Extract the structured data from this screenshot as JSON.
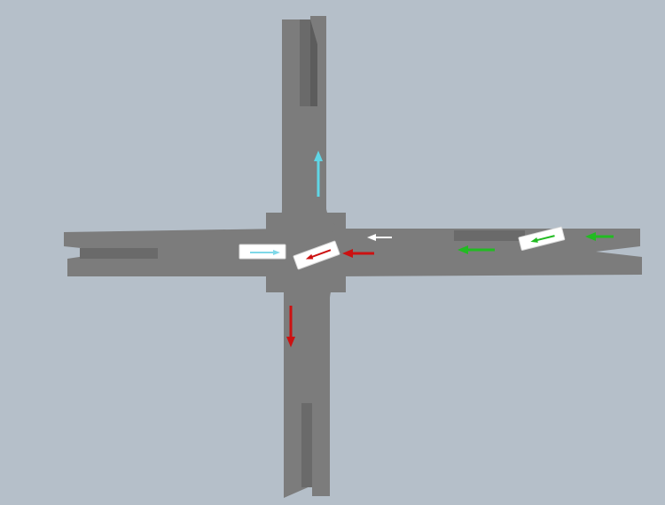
{
  "scene": {
    "background": "#b5bfc9",
    "road_color": "#7c7c7c",
    "road_dark": "#6a6a6a",
    "road_shadow": "#5c5c5c",
    "vehicle_color": "#ffffff",
    "vehicle_outline": "#d8d8d8"
  },
  "arrows": [
    {
      "name": "cyan-arrow-north",
      "color": "#5fd6e6",
      "direction": "up"
    },
    {
      "name": "red-arrow-south",
      "color": "#cc1111",
      "direction": "down"
    },
    {
      "name": "red-arrow-west",
      "color": "#cc1111",
      "direction": "left"
    },
    {
      "name": "white-arrow-west",
      "color": "#ffffff",
      "direction": "left"
    },
    {
      "name": "green-arrow-west-1",
      "color": "#22bb22",
      "direction": "left"
    },
    {
      "name": "green-arrow-west-2",
      "color": "#22bb22",
      "direction": "left"
    }
  ],
  "vehicles": [
    {
      "name": "bus-eastbound",
      "arrow_color": "#7fd8e8"
    },
    {
      "name": "bus-turning",
      "arrow_color": "#cc1111"
    },
    {
      "name": "bus-westbound-far",
      "arrow_color": "#22bb22"
    }
  ]
}
